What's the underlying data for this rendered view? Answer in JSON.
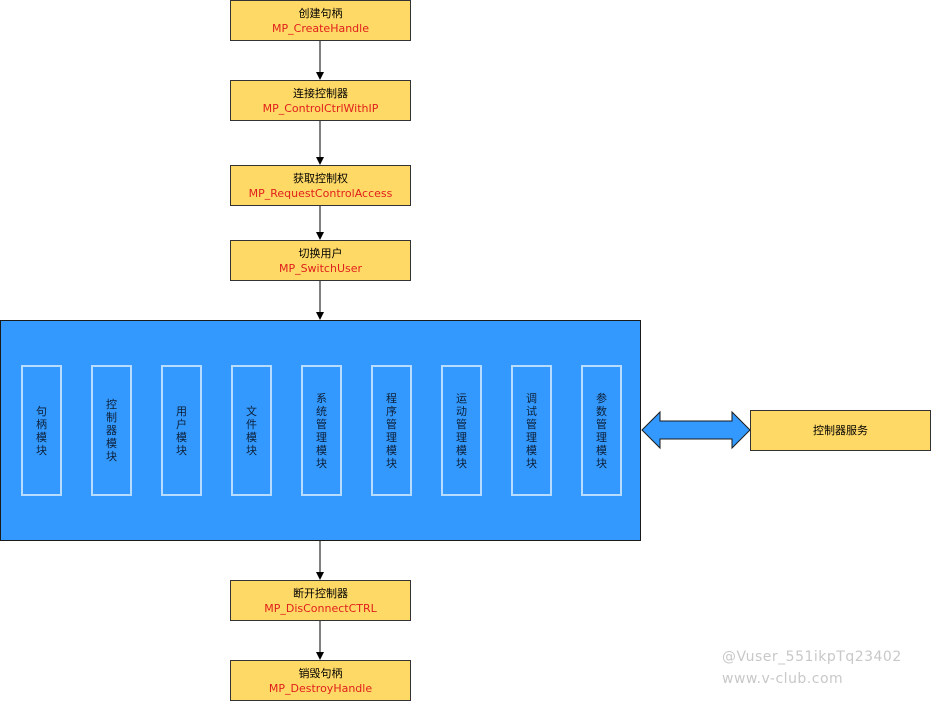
{
  "steps": [
    {
      "label": "创建句柄",
      "api": "MP_CreateHandle"
    },
    {
      "label": "连接控制器",
      "api": "MP_ControlCtrlWithIP"
    },
    {
      "label": "获取控制权",
      "api": "MP_RequestControlAccess"
    },
    {
      "label": "切换用户",
      "api": "MP_SwitchUser"
    },
    {
      "label": "断开控制器",
      "api": "MP_DisConnectCTRL"
    },
    {
      "label": "销毁句柄",
      "api": "MP_DestroyHandle"
    }
  ],
  "modules": [
    "句柄模块",
    "控制器模块",
    "用户模块",
    "文件模块",
    "系统管理模块",
    "程序管理模块",
    "运动管理模块",
    "调试管理模块",
    "参数管理模块"
  ],
  "service": {
    "label": "控制器服务"
  },
  "watermark": {
    "line1": "@Vuser_551ikpTq23402",
    "line2": "www.v-club.com"
  },
  "colors": {
    "box_fill": "#ffd966",
    "api_text": "#e0201b",
    "panel_fill": "#3399ff",
    "module_border": "#b8dcff",
    "double_arrow": "#3399ff"
  }
}
